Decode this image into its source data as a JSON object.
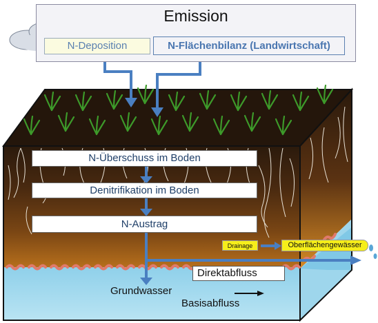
{
  "emission": {
    "title": "Emission",
    "deposition": "N-Deposition",
    "flaechenbilanz": "N-Flächenbilanz (Landwirtschaft)"
  },
  "soil_boxes": {
    "ueberschuss": "N-Überschuss im Boden",
    "denitrifikation": "Denitrifikation im Boden",
    "austrag": "N-Austrag"
  },
  "flows": {
    "drainage": "Drainage",
    "oberflaechengewaesser": "Oberflächengewässer",
    "direktabfluss": "Direktabfluss",
    "grundwasser": "Grundwasser",
    "basisabfluss": "Basisabfluss"
  },
  "colors": {
    "soil_dark": "#2a1a0e",
    "soil_mid": "#5a3212",
    "soil_light": "#b8701c",
    "water": "#a9dcef",
    "arrow_blue": "#4a7fc1",
    "worm_pink": "#e07a6c",
    "grass": "#3d9a2a",
    "highlight_yellow": "#f6ee1a"
  }
}
